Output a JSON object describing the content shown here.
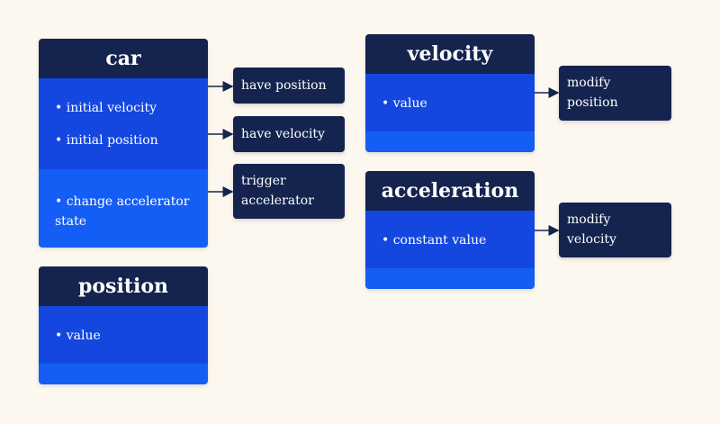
{
  "classes": {
    "car": {
      "title": "car",
      "attributes": [
        "initial velocity",
        "initial position"
      ],
      "methods": [
        "change accelerator state"
      ]
    },
    "position": {
      "title": "position",
      "attributes": [
        "value"
      ]
    },
    "velocity": {
      "title": "velocity",
      "attributes": [
        "value"
      ]
    },
    "acceleration": {
      "title": "acceleration",
      "attributes": [
        "constant value"
      ]
    }
  },
  "actions": {
    "have_position": "have position",
    "have_velocity": "have velocity",
    "trigger_accelerator": "trigger accelerator",
    "modify_position": "modify position",
    "modify_velocity": "modify velocity"
  },
  "colors": {
    "background": "#fcf8f0",
    "header": "#14244f",
    "attr_section": "#1447e0",
    "method_section": "#155ef5"
  }
}
